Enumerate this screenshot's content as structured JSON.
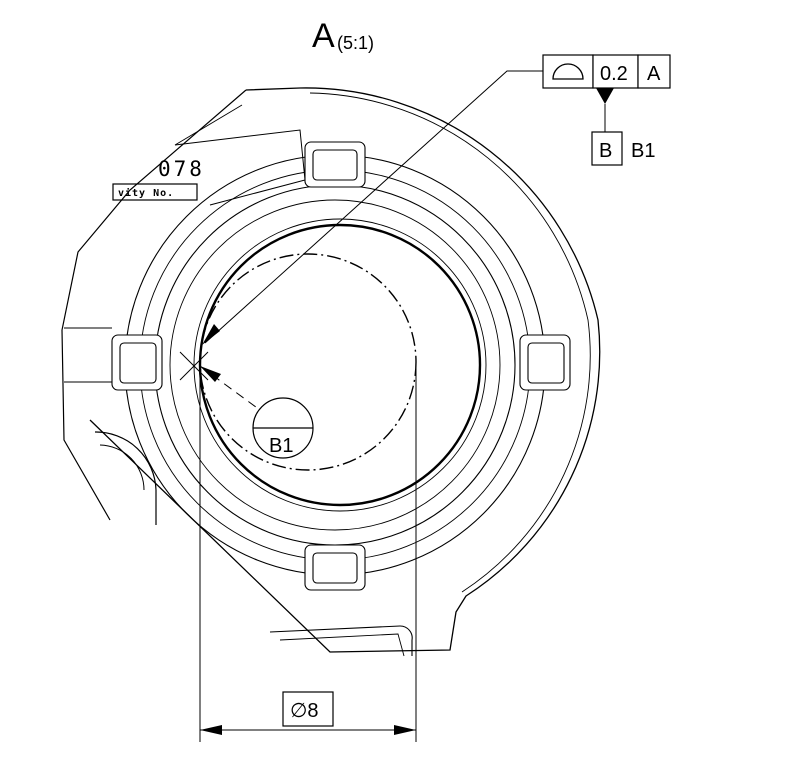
{
  "view": {
    "letter": "A",
    "scale": "(5:1)"
  },
  "feature_control_frame": {
    "symbol": "profile-of-a-surface-icon",
    "tolerance": "0.2",
    "datum": "A"
  },
  "datum_target_flag": {
    "datum_letter": "B",
    "target_label": "B1"
  },
  "datum_target_bubble": {
    "label": "B1"
  },
  "dimension": {
    "label": "∅8"
  },
  "part_marking": {
    "number": "078",
    "caption": "vity No."
  }
}
